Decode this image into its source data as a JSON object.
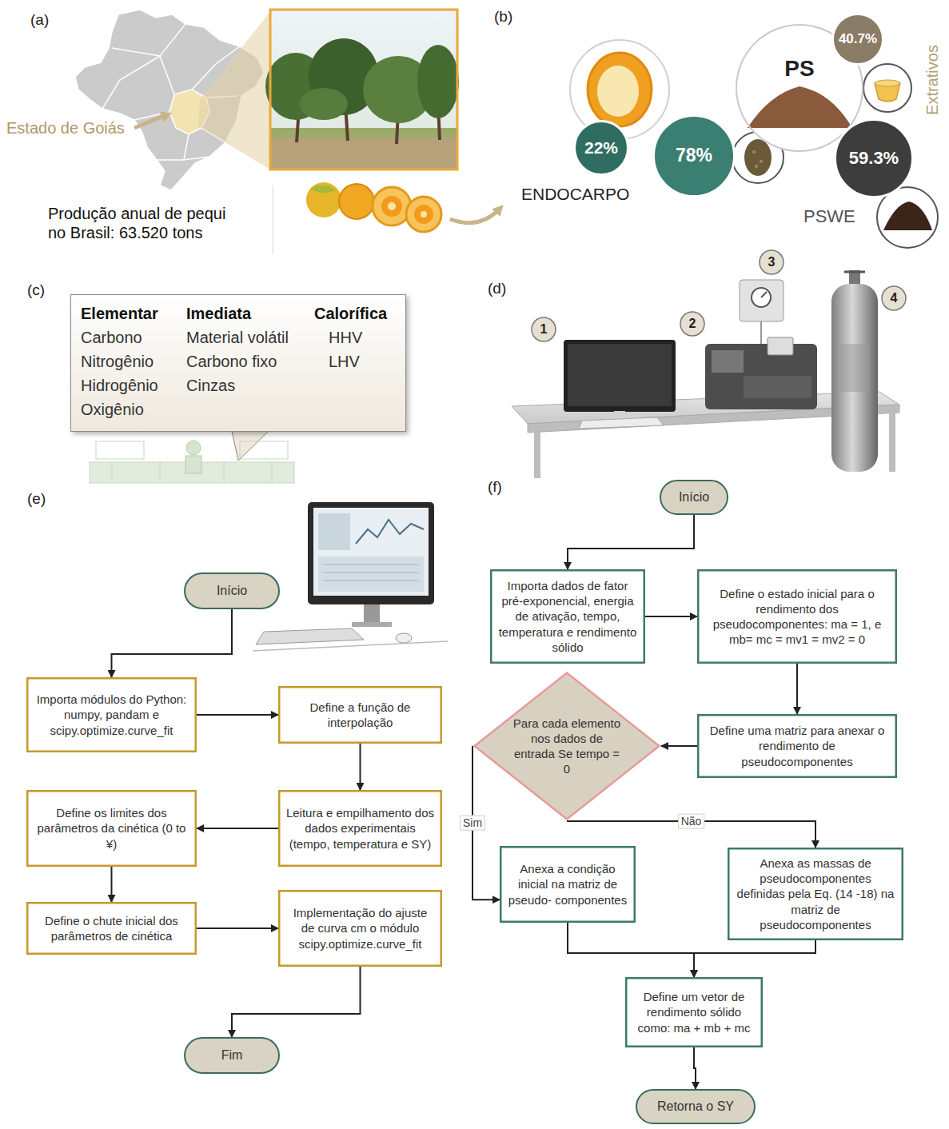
{
  "diagram": {
    "nodes": [
      {
        "text": [
          "22%"
        ]
      },
      {
        "text": [
          "78%"
        ]
      },
      {
        "text": [
          "PS"
        ]
      },
      {
        "text": [
          "40.7%"
        ]
      },
      {
        "text": [
          "59.3%"
        ]
      },
      {
        "text": [
          "Elementar",
          "Carbono",
          "Nitrogênio",
          "Hidrogênio",
          "Oxigênio",
          "Imediata",
          "Material volátil",
          "Carbono fixo",
          "Cinzas",
          "Calorífica",
          "HHV",
          "LHV"
        ]
      },
      {
        "text": [
          "Início"
        ]
      },
      {
        "text": [
          "Importa módulos do Python: numpy, pandam e scipy.optimize.curve_fit"
        ]
      },
      {
        "text": [
          "Define a função de interpolação"
        ]
      },
      {
        "text": [
          "Leitura e empilhamento dos dados experimentais (tempo, temperatura e SY)"
        ]
      },
      {
        "text": [
          "Define os limites dos parâmetros da cinética (0 to ¥)"
        ]
      },
      {
        "text": [
          "Define o chute inicial dos parâmetros de cinética"
        ]
      },
      {
        "text": [
          "Implementação do ajuste de curva cm o módulo scipy.optimize.curve_fit"
        ]
      },
      {
        "text": [
          "Fim"
        ]
      },
      {
        "text": [
          "Início"
        ]
      },
      {
        "text": [
          "Importa dados de fator pré-exponencial, energia de ativação, tempo, temperatura e rendimento sólido"
        ]
      },
      {
        "text": [
          "Define o estado inicial para o rendimento dos pseudocomponentes: ma = 1, e mb= mc = mv1 = mv2 = 0"
        ]
      },
      {
        "text": [
          "Define uma matriz para anexar o rendimento de pseudocomponentes"
        ]
      },
      {
        "text": [
          "Para cada elemento nos dados de entrada Se tempo = 0"
        ]
      },
      {
        "text": [
          "Anexa a condição inicial na matriz de pseudo- componentes"
        ]
      },
      {
        "text": [
          "Anexa as massas de pseudocomponentes definidas pela Eq. (14 -18) na matriz de pseudocomponentes"
        ]
      },
      {
        "text": [
          "Define um vetor de rendimento sólido como: ma + mb + mc"
        ]
      },
      {
        "text": [
          "Retorna o SY"
        ]
      }
    ],
    "edges": [
      {
        "from": 6,
        "to": 7,
        "arrow": "to"
      },
      {
        "from": 7,
        "to": 8,
        "arrow": "to"
      },
      {
        "from": 8,
        "to": 9,
        "arrow": "to"
      },
      {
        "from": 9,
        "to": 10,
        "arrow": "to"
      },
      {
        "from": 10,
        "to": 11,
        "arrow": "to"
      },
      {
        "from": 11,
        "to": 12,
        "arrow": "to"
      },
      {
        "from": 12,
        "to": 13,
        "arrow": "to"
      },
      {
        "from": 14,
        "to": 15,
        "arrow": "to"
      },
      {
        "from": 15,
        "to": 16,
        "arrow": "to"
      },
      {
        "from": 16,
        "to": 17,
        "arrow": "to"
      },
      {
        "from": 17,
        "to": 18,
        "arrow": "to"
      },
      {
        "from": 18,
        "to": 19,
        "label": "Sim",
        "arrow": "to"
      },
      {
        "from": 18,
        "to": 20,
        "label": "Não",
        "arrow": "to"
      },
      {
        "from": 19,
        "to": 21,
        "arrow": "to"
      },
      {
        "from": 20,
        "to": 21,
        "arrow": "to"
      },
      {
        "from": 21,
        "to": 22,
        "arrow": "to"
      }
    ],
    "labels": [
      "(a)",
      "Estado de Goiás",
      "Produção anual de pequi no Brasil: 63.520 tons",
      "(b)",
      "ENDOCARPO",
      "Extrativos",
      "PSWE",
      "(c)",
      "(d)",
      "1",
      "2",
      "3",
      "4",
      "(e)",
      "(f)"
    ]
  }
}
